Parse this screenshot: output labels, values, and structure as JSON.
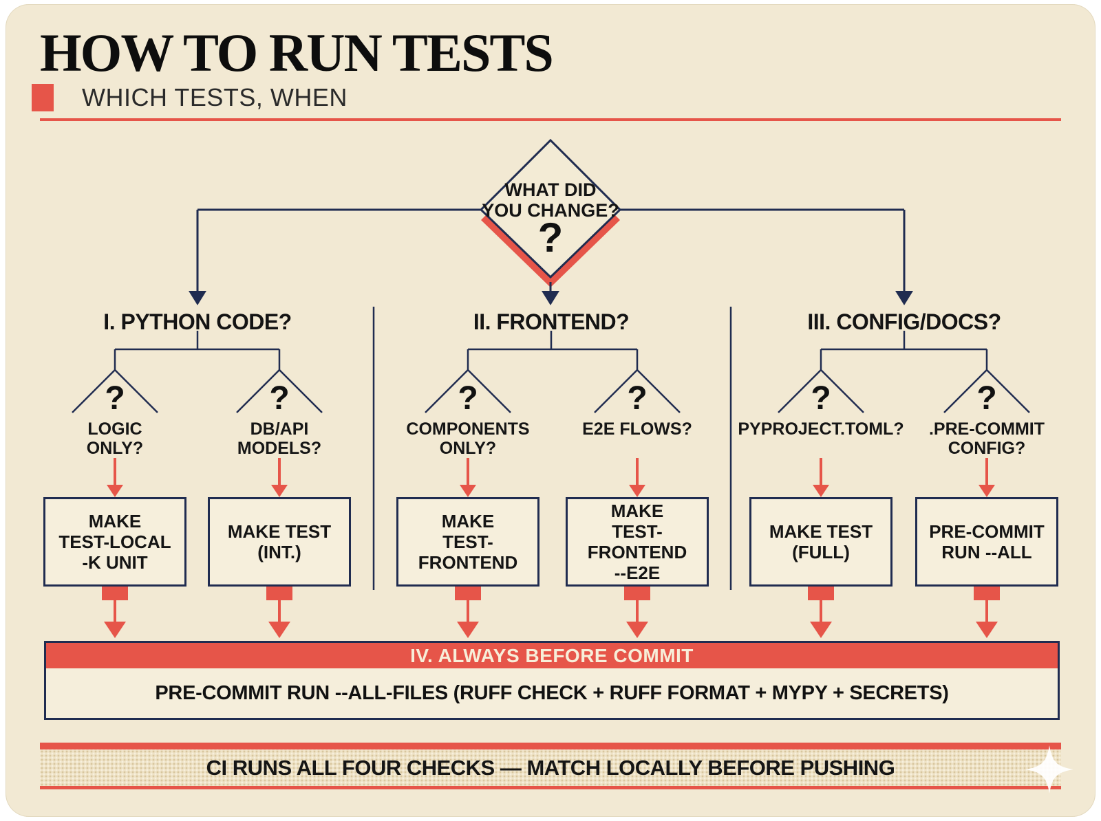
{
  "header": {
    "title": "HOW TO RUN TESTS",
    "subtitle": "WHICH TESTS, WHEN"
  },
  "question_mark": "?",
  "root": {
    "question": "WHAT DID\nYOU CHANGE?"
  },
  "sections": [
    {
      "title": "I. PYTHON CODE?",
      "children": [
        {
          "question": "LOGIC\nONLY?",
          "command": "MAKE\nTEST-LOCAL\n-K UNIT"
        },
        {
          "question": "DB/API\nMODELS?",
          "command": "MAKE TEST\n(INT.)"
        }
      ]
    },
    {
      "title": "II. FRONTEND?",
      "children": [
        {
          "question": "COMPONENTS\nONLY?",
          "command": "MAKE\nTEST-FRONTEND"
        },
        {
          "question": "E2E FLOWS?",
          "command": "MAKE\nTEST-FRONTEND\n--E2E"
        }
      ]
    },
    {
      "title": "III. CONFIG/DOCS?",
      "children": [
        {
          "question": "PYPROJECT.TOML?",
          "command": "MAKE TEST\n(FULL)"
        },
        {
          "question": ".PRE-COMMIT\nCONFIG?",
          "command": "PRE-COMMIT\nRUN --ALL"
        }
      ]
    }
  ],
  "always": {
    "title": "IV. ALWAYS BEFORE COMMIT",
    "command": "PRE-COMMIT RUN --ALL-FILES (RUFF CHECK + RUFF FORMAT + MYPY + SECRETS)"
  },
  "footer": {
    "text": "CI RUNS ALL FOUR CHECKS — MATCH LOCALLY BEFORE PUSHING"
  },
  "colors": {
    "accent_red": "#e65549",
    "navy": "#202c50",
    "cream": "#f2e9d3"
  }
}
